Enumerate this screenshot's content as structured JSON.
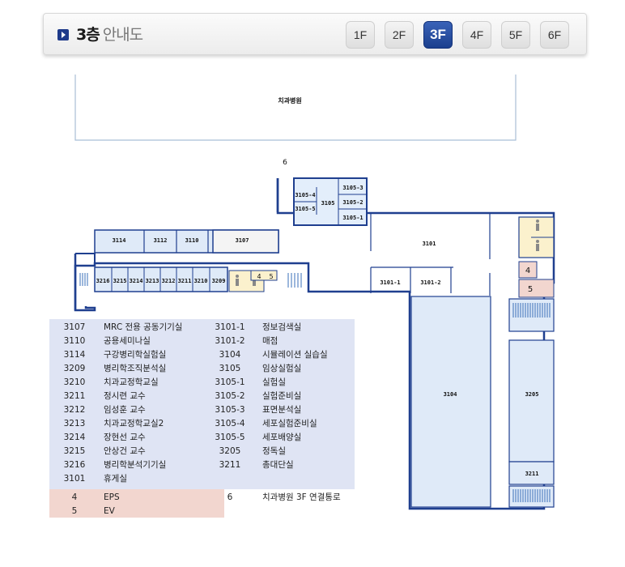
{
  "header": {
    "floor": "3층",
    "label": "안내도",
    "floors": [
      {
        "label": "1F",
        "active": false
      },
      {
        "label": "2F",
        "active": false
      },
      {
        "label": "3F",
        "active": true
      },
      {
        "label": "4F",
        "active": false
      },
      {
        "label": "5F",
        "active": false
      },
      {
        "label": "6F",
        "active": false
      }
    ]
  },
  "map": {
    "top_building": "치과병원",
    "connector": "6",
    "eps": "4",
    "ev": "5",
    "rooms": {
      "r3105_3": "3105-3",
      "r3105_4": "3105-4",
      "r3105": "3105",
      "r3105_2": "3105-2",
      "r3105_5": "3105-5",
      "r3105_1": "3105-1",
      "r3114": "3114",
      "r3112": "3112",
      "r3110": "3110",
      "r3107": "3107",
      "r3101": "3101",
      "r3101_1": "3101-1",
      "r3101_2": "3101-2",
      "r3216": "3216",
      "r3215": "3215",
      "r3214": "3214",
      "r3213": "3213",
      "r3212": "3212",
      "r3211": "3211",
      "r3210": "3210",
      "r3209": "3209",
      "r3104": "3104",
      "r3205": "3205",
      "r3211b": "3211"
    }
  },
  "legend": {
    "rows": [
      [
        "3107",
        "MRC 전용 공동기기실",
        "3101-1",
        "정보검색실"
      ],
      [
        "3110",
        "공용세미나실",
        "3101-2",
        "매점"
      ],
      [
        "3114",
        "구강병리학실험실",
        "3104",
        "시뮬레이션 실습실"
      ],
      [
        "3209",
        "병리학조직분석실",
        "3105",
        "임상실험실"
      ],
      [
        "3210",
        "치과교정학교실",
        "3105-1",
        "실험실"
      ],
      [
        "3211",
        "정시련 교수",
        "3105-2",
        "실험준비실"
      ],
      [
        "3212",
        "임성훈 교수",
        "3105-3",
        "표면분석실"
      ],
      [
        "3213",
        "치과교정학교실2",
        "3105-4",
        "세포실험준비실"
      ],
      [
        "3214",
        "장현선 교수",
        "3105-5",
        "세포배양실"
      ],
      [
        "3215",
        "안상건 교수",
        "3205",
        "정독실"
      ],
      [
        "3216",
        "병리학분석기기실",
        "3211",
        "총대단실"
      ],
      [
        "3101",
        "휴게실",
        "",
        ""
      ],
      [
        "4",
        "EPS",
        "6",
        "치과병원 3F 연결통로"
      ],
      [
        "5",
        "EV",
        "",
        ""
      ]
    ]
  }
}
